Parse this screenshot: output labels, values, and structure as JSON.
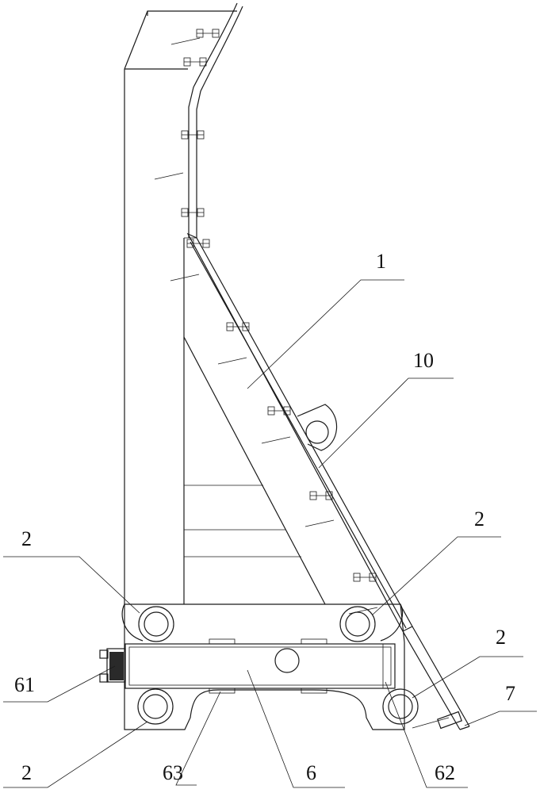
{
  "labels": {
    "blade": "1",
    "liner": "10",
    "pin_right_mid": "2",
    "pin_left_top": "2",
    "pin_right_low": "2",
    "pin_left_low": "2",
    "bolt_block": "61",
    "slide_pad": "63",
    "beam": "6",
    "beam_end": "62",
    "tip": "7"
  }
}
